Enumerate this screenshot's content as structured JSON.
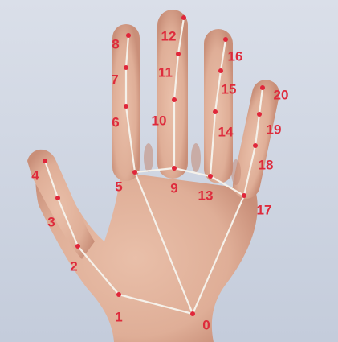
{
  "image": {
    "subject": "open-hand-with-landmarks",
    "colors": {
      "backdrop": "#cfd6e4",
      "skin": "#e2b59f",
      "skin_shadow": "#c9917d",
      "skeleton_line": "#f5f1ea",
      "keypoint": "#e0263a",
      "label": "#de2b3c"
    }
  },
  "keypoints": [
    {
      "id": 0,
      "label": "0"
    },
    {
      "id": 1,
      "label": "1"
    },
    {
      "id": 2,
      "label": "2"
    },
    {
      "id": 3,
      "label": "3"
    },
    {
      "id": 4,
      "label": "4"
    },
    {
      "id": 5,
      "label": "5"
    },
    {
      "id": 6,
      "label": "6"
    },
    {
      "id": 7,
      "label": "7"
    },
    {
      "id": 8,
      "label": "8"
    },
    {
      "id": 9,
      "label": "9"
    },
    {
      "id": 10,
      "label": "10"
    },
    {
      "id": 11,
      "label": "11"
    },
    {
      "id": 12,
      "label": "12"
    },
    {
      "id": 13,
      "label": "13"
    },
    {
      "id": 14,
      "label": "14"
    },
    {
      "id": 15,
      "label": "15"
    },
    {
      "id": 16,
      "label": "16"
    },
    {
      "id": 17,
      "label": "17"
    },
    {
      "id": 18,
      "label": "18"
    },
    {
      "id": 19,
      "label": "19"
    },
    {
      "id": 20,
      "label": "20"
    }
  ],
  "connections": [
    [
      0,
      1
    ],
    [
      1,
      2
    ],
    [
      2,
      3
    ],
    [
      3,
      4
    ],
    [
      0,
      5
    ],
    [
      5,
      6
    ],
    [
      6,
      7
    ],
    [
      7,
      8
    ],
    [
      5,
      9
    ],
    [
      9,
      10
    ],
    [
      10,
      11
    ],
    [
      11,
      12
    ],
    [
      9,
      13
    ],
    [
      13,
      14
    ],
    [
      14,
      15
    ],
    [
      15,
      16
    ],
    [
      13,
      17
    ],
    [
      0,
      17
    ],
    [
      17,
      18
    ],
    [
      18,
      19
    ],
    [
      19,
      20
    ]
  ]
}
